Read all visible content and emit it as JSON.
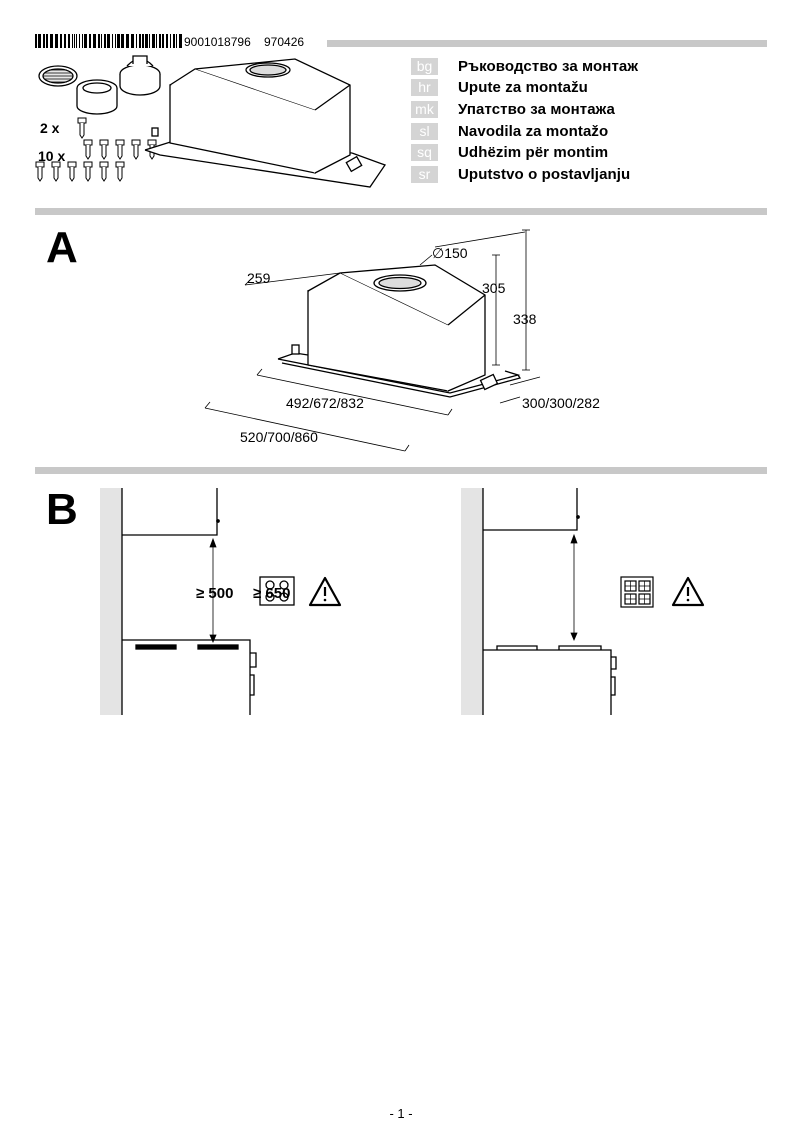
{
  "header": {
    "article_number": "9001018796",
    "code": "970426"
  },
  "accessories": {
    "screws_small_count": "2 x",
    "screws_large_count": "10 x"
  },
  "languages": [
    {
      "code": "bg",
      "title": "Ръководство за монтаж"
    },
    {
      "code": "hr",
      "title": "Upute za montažu"
    },
    {
      "code": "mk",
      "title": "Упатство за монтажа"
    },
    {
      "code": "sl",
      "title": "Navodila za montažo"
    },
    {
      "code": "sq",
      "title": "Udhëzim për montim"
    },
    {
      "code": "sr",
      "title": "Uputstvo o postavljanju"
    }
  ],
  "section_a": {
    "letter": "A",
    "dims": {
      "diameter": "∅150",
      "depth_top": "259",
      "height_inner": "305",
      "height_total": "338",
      "width_inner": "492/672/832",
      "width_outer": "520/700/860",
      "depth_bottom": "300/300/282"
    }
  },
  "section_b": {
    "letter": "B",
    "min_distance_electric": "≥ 500",
    "min_distance_gas": "≥ 650"
  },
  "footer": {
    "page": "- 1 -"
  }
}
